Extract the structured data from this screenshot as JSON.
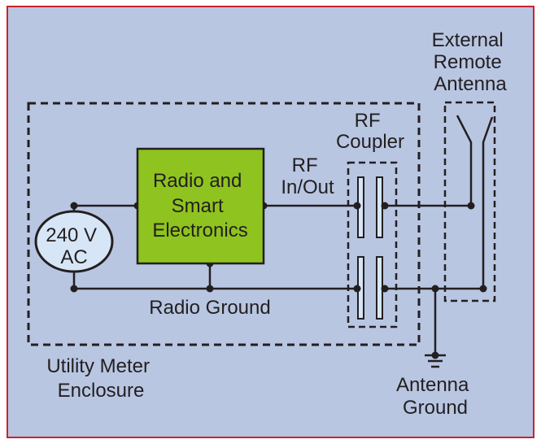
{
  "colors": {
    "background": "#b8c6e2",
    "frame": "#c8232c",
    "radio_box": "#8fc31f",
    "source_fill": "#d6e6f7",
    "coupler_plate": "#d6e6f7",
    "line": "#231f20"
  },
  "labels": {
    "external_antenna": [
      "External",
      "Remote",
      "Antenna"
    ],
    "rf_coupler": [
      "RF",
      "Coupler"
    ],
    "rf_in_out": [
      "RF",
      "In/Out"
    ],
    "radio_box": [
      "Radio and",
      "Smart",
      "Electronics"
    ],
    "source": [
      "240 V",
      "AC"
    ],
    "radio_ground": "Radio Ground",
    "enclosure": [
      "Utility Meter",
      "Enclosure"
    ],
    "antenna_ground": [
      "Antenna",
      "Ground"
    ]
  }
}
